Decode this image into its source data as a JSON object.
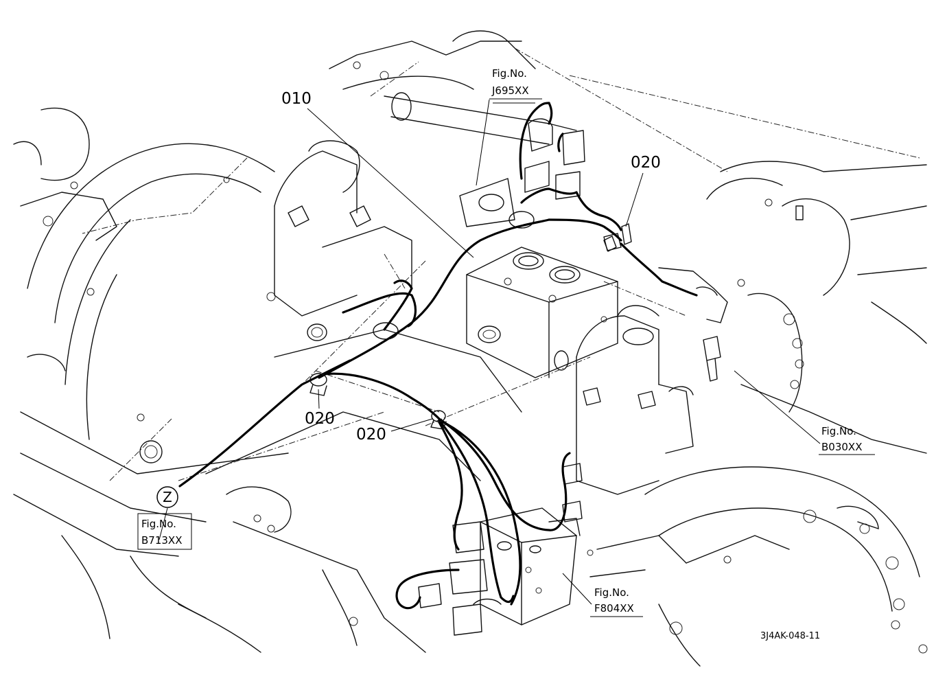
{
  "parts": [
    {
      "id": "p010",
      "label": "010"
    },
    {
      "id": "p020a",
      "label": "020"
    },
    {
      "id": "p020b",
      "label": "020"
    },
    {
      "id": "p020c",
      "label": "020"
    }
  ],
  "figure_refs": [
    {
      "id": "j695",
      "line1": "Fig.No.",
      "line2": "J695XX"
    },
    {
      "id": "b030",
      "line1": "Fig.No.",
      "line2": "B030XX"
    },
    {
      "id": "b713",
      "line1": "Fig.No.",
      "line2": "B713XX"
    },
    {
      "id": "f804",
      "line1": "Fig.No.",
      "line2": "F804XX"
    }
  ],
  "connector_marker": "Z",
  "drawing_code": "3J4AK-048-11",
  "colors": {
    "line": "#000000",
    "background": "#ffffff"
  }
}
